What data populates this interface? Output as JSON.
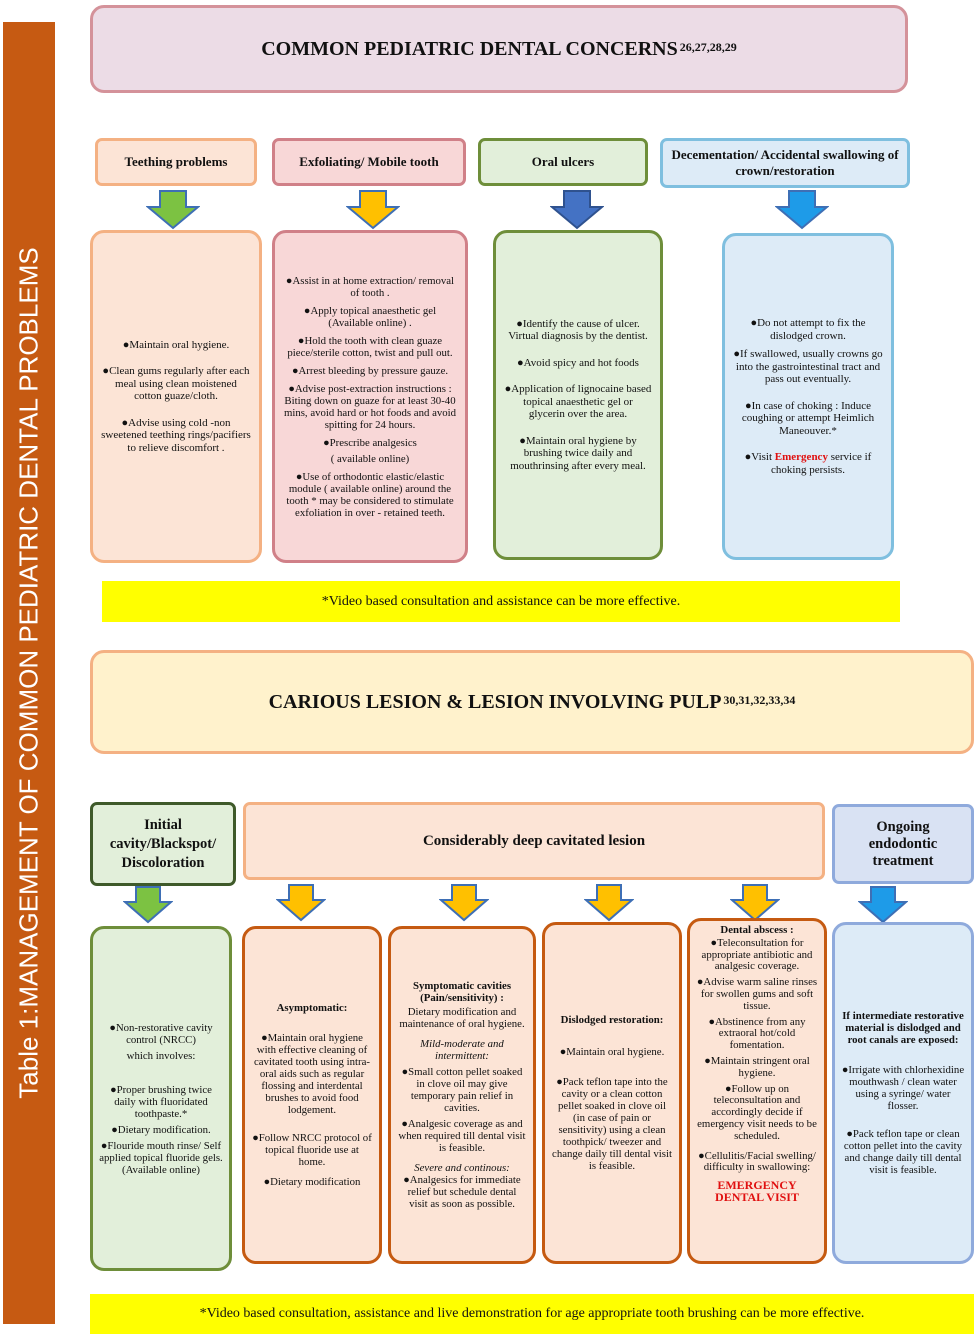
{
  "sidebar": {
    "title": "Table 1:MANAGEMENT OF COMMON PEDIATRIC DENTAL  PROBLEMS"
  },
  "section1": {
    "title": "COMMON PEDIATRIC DENTAL  CONCERNS",
    "refs": "26,27,28,29",
    "categories": [
      {
        "header": "Teething problems",
        "items": [
          "●Maintain oral hygiene.",
          "●Clean gums regularly after each meal using clean moistened cotton guaze/cloth.",
          "●Advise using cold  -non sweetened teething rings/pacifiers to relieve discomfort ."
        ]
      },
      {
        "header": "Exfoliating/ Mobile tooth",
        "items": [
          "●Assist in at home extraction/ removal of tooth .",
          "●Apply topical anaesthetic gel (Available  online) .",
          "●Hold the tooth with clean guaze piece/sterile cotton, twist and pull out.",
          "●Arrest bleeding by pressure gauze.",
          "●Advise post-extraction instructions :  Biting down on guaze for at least 30-40 mins, avoid  hard or  hot foods and avoid spitting for 24 hours.",
          "●Prescribe analgesics",
          "( available online)",
          "●Use of  orthodontic elastic/elastic module ( available online)   around the tooth * may be considered to stimulate exfoliation in over - retained teeth."
        ]
      },
      {
        "header": "Oral ulcers",
        "items": [
          "●Identify the cause of ulcer. Virtual diagnosis by the dentist.",
          "●Avoid spicy and hot foods",
          "●Application of lignocaine based topical anaesthetic gel or glycerin over the area.",
          "●Maintain oral hygiene by brushing twice daily and mouthrinsing after every meal."
        ]
      },
      {
        "header": "Decementation/ Accidental swallowing  of crown/restoration",
        "items": [
          "●Do not attempt to fix the dislodged crown.",
          "●If swallowed, usually crowns go into the gastrointestinal tract and pass out eventually.",
          "●In case of choking  : Induce coughing or attempt Heimlich Maneouver.*"
        ],
        "last_item_pre": "●Visit ",
        "last_item_emph": "Emergency",
        "last_item_post": " service if choking persists."
      }
    ],
    "note": "*Video based consultation and assistance can be more effective."
  },
  "section2": {
    "title": "CARIOUS LESION & LESION INVOLVING PULP",
    "refs": "30,31,32,33,34",
    "headers": {
      "initial": "Initial cavity/Blackspot/ Discoloration",
      "deep": "Considerably deep cavitated lesion",
      "endo": "Ongoing endodontic treatment"
    },
    "cards": {
      "initial": [
        "●Non-restorative cavity control (NRCC)",
        "which involves:",
        "●Proper brushing  twice daily  with fluoridated toothpaste.*",
        "●Dietary  modification.",
        "●Flouride mouth rinse/ Self applied topical fluoride gels.(Available online)"
      ],
      "asymptomatic": {
        "head": "Asymptomatic:",
        "items": [
          "●Maintain oral hygiene with effective cleaning of cavitated tooth using intra-oral aids such as regular flossing and interdental brushes to avoid food lodgement.",
          "●Follow NRCC protocol of topical fluoride use at home.",
          "●Dietary modification"
        ]
      },
      "symptomatic": {
        "head": "Symptomatic cavities (Pain/sensitivity) :",
        "intro": "Dietary modification and maintenance of oral hygiene.",
        "mild_label": "Mild-moderate and intermittent:",
        "mild_items": [
          "●Small cotton pellet soaked in clove oil may give temporary pain relief in cavities.",
          "●Analgesic coverage as and when required till dental visit is feasible."
        ],
        "severe_label": "Severe and continous:",
        "severe_items": [
          "●Analgesics for immediate relief but schedule dental visit as soon as possible."
        ]
      },
      "dislodged": {
        "head": "Dislodged restoration:",
        "items": [
          "●Maintain oral hygiene.",
          "●Pack  teflon  tape into the cavity  or a clean cotton pellet  soaked in clove oil (in case of pain or sensitivity)  using a clean toothpick/ tweezer and change daily till dental visit is feasible."
        ]
      },
      "abscess": {
        "head": "Dental abscess :",
        "items": [
          "●Teleconsultation for appropriate antibiotic and analgesic coverage.",
          "●Advise warm saline rinses for swollen gums and soft tissue.",
          "●Abstinence from any extraoral hot/cold fomentation.",
          "●Maintain stringent oral hygiene.",
          "●Follow up  on teleconsultation  and accordingly decide if emergency visit needs to be scheduled.",
          "●Cellulitis/Facial swelling/ difficulty in swallowing:"
        ],
        "emergency": "EMERGENCY DENTAL VISIT"
      },
      "endo": {
        "head": "If intermediate restorative material is dislodged and root canals are exposed:",
        "items": [
          "●Irrigate with chlorhexidine mouthwash / clean water using  a syringe/ water flosser.",
          "●Pack  teflon tape or clean cotton pellet  into the cavity  and change daily till dental visit is feasible."
        ]
      }
    },
    "note": "*Video based consultation, assistance and live demonstration for age appropriate tooth brushing can be more effective."
  }
}
